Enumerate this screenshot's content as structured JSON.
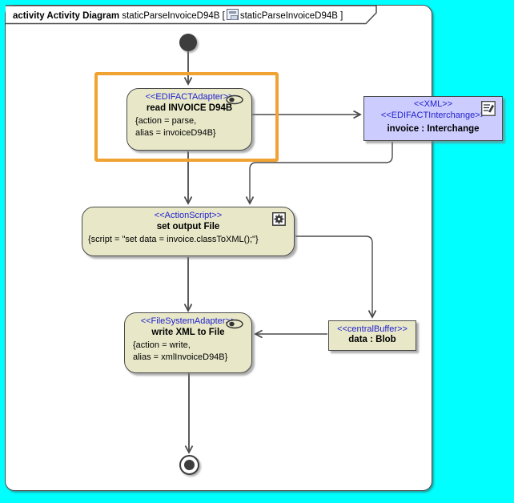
{
  "colors": {
    "background": "#00FFFF",
    "frame_fill": "#FFFFFF",
    "frame_border": "#4A4A4A",
    "node_fill": "#E8E8C9",
    "object_node_fill": "#CCCCFF",
    "stereotype_text": "#2121CE",
    "body_text": "#000000",
    "highlight": "#F0A232",
    "connector": "#4A4A4A"
  },
  "frame": {
    "title_keyword": "activity Activity Diagram",
    "title_name": "staticParseInvoiceD94B",
    "bracket_open": "[",
    "title_ref": "staticParseInvoiceD94B",
    "bracket_close": "]"
  },
  "nodes": {
    "read_invoice": {
      "stereotype": "<<EDIFACTAdapter>>",
      "name": "read INVOICE D94B",
      "properties": [
        "{action = parse,",
        "alias = invoiceD94B}"
      ]
    },
    "invoice_object": {
      "stereotype_1": "<<XML>>",
      "stereotype_2": "<<EDIFACTInterchange>>",
      "name": "invoice : Interchange"
    },
    "set_output": {
      "stereotype": "<<ActionScript>>",
      "name": "set output File",
      "properties": [
        "{script = \"set data = invoice.classToXML();\"}"
      ]
    },
    "write_xml": {
      "stereotype": "<<FileSystemAdapter>>",
      "name": "write XML to File",
      "properties": [
        "{action = write,",
        "alias = xmlInvoiceD94B}"
      ]
    },
    "data_buffer": {
      "stereotype": "<<centralBuffer>>",
      "name": "data : Blob"
    }
  },
  "icons": {
    "tab_icon": "activity-diagram-icon",
    "adapter_icon": "adapter-oval-icon",
    "script_icon": "gear-icon",
    "document_icon": "document-pen-icon"
  }
}
